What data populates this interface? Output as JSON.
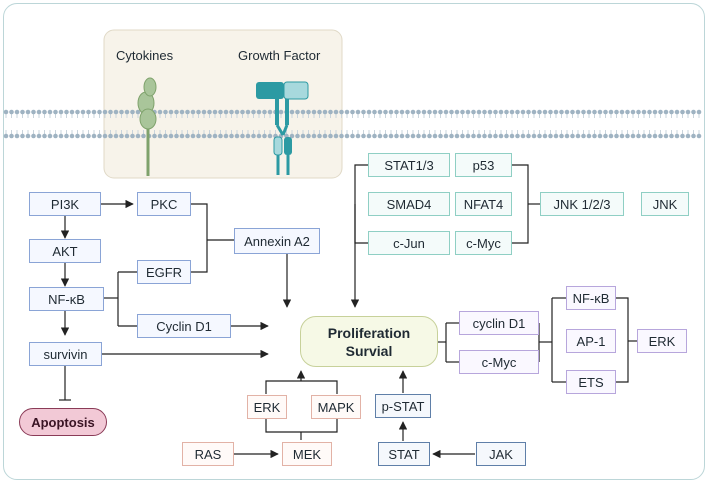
{
  "receptors": {
    "cytokines": "Cytokines",
    "growth_factor": "Growth Factor"
  },
  "nodes": {
    "pi3k": "PI3K",
    "akt": "AKT",
    "nfkb_left": "NF-κB",
    "survivin": "survivin",
    "pkc": "PKC",
    "egfr": "EGFR",
    "cyclin_d1_left": "Cyclin D1",
    "annexin": "Annexin A2",
    "stat13": "STAT1/3",
    "p53": "p53",
    "smad4": "SMAD4",
    "nfat4": "NFAT4",
    "cjun": "c-Jun",
    "cmyc_top": "c-Myc",
    "jnk123": "JNK 1/2/3",
    "jnk": "JNK",
    "cyclin_d1_right": "cyclin D1",
    "cmyc_right": "c-Myc",
    "nfkb_right": "NF-κB",
    "ap1": "AP-1",
    "ets": "ETS",
    "erk_right": "ERK",
    "erk": "ERK",
    "mapk": "MAPK",
    "ras": "RAS",
    "mek": "MEK",
    "pstat": "p-STAT",
    "stat": "STAT",
    "jak": "JAK"
  },
  "outcomes": {
    "proliferation_line1": "Proliferation",
    "proliferation_line2": "Survial",
    "apoptosis": "Apoptosis"
  },
  "colors": {
    "membrane": "#9fb3c2",
    "cytokine_receptor": "#9bb88a",
    "growth_receptor": "#2c9aa3",
    "arrow": "#222222",
    "box_blue": "#8aa4d6",
    "box_teal": "#8fcfc4",
    "box_purple": "#b7a6dc",
    "box_salmon": "#e2b2a6",
    "proliferation": "#c7d19a",
    "apoptosis": "#f2c9d6"
  }
}
